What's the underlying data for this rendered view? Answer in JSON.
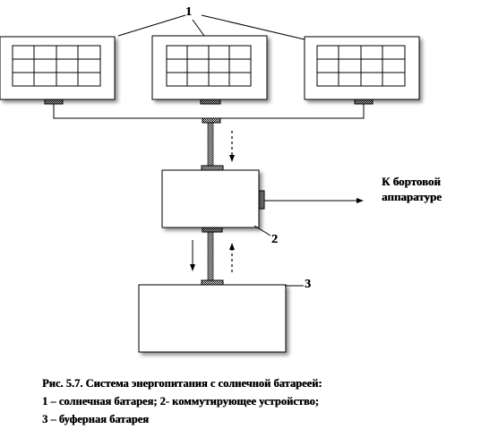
{
  "diagram": {
    "labels": {
      "panels": "1",
      "switch": "2",
      "battery": "3"
    },
    "destination": {
      "line1": "К бортовой",
      "line2": "аппаратуре"
    },
    "caption": {
      "line1": "Рис. 5.7. Система энергопитания с солнечной батареей:",
      "line2": "1 – солнечная батарея; 2- коммутирующее  устройство;",
      "line3": "3 – буферная  батарея"
    }
  }
}
